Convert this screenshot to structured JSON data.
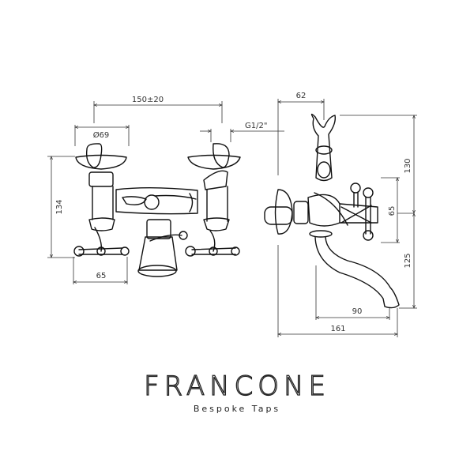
{
  "front_view": {
    "dim_spacing": "150±20",
    "dim_diameter": "Ø69",
    "dim_thread": "G1/2\"",
    "dim_height": "134",
    "dim_handle": "65"
  },
  "side_view": {
    "dim_depth": "62",
    "dim_upper": "130",
    "dim_handle_height": "65",
    "dim_lower": "125",
    "dim_spout": "90",
    "dim_total": "161"
  },
  "brand": {
    "name": "FRANCONE",
    "tagline": "Bespoke Taps"
  }
}
